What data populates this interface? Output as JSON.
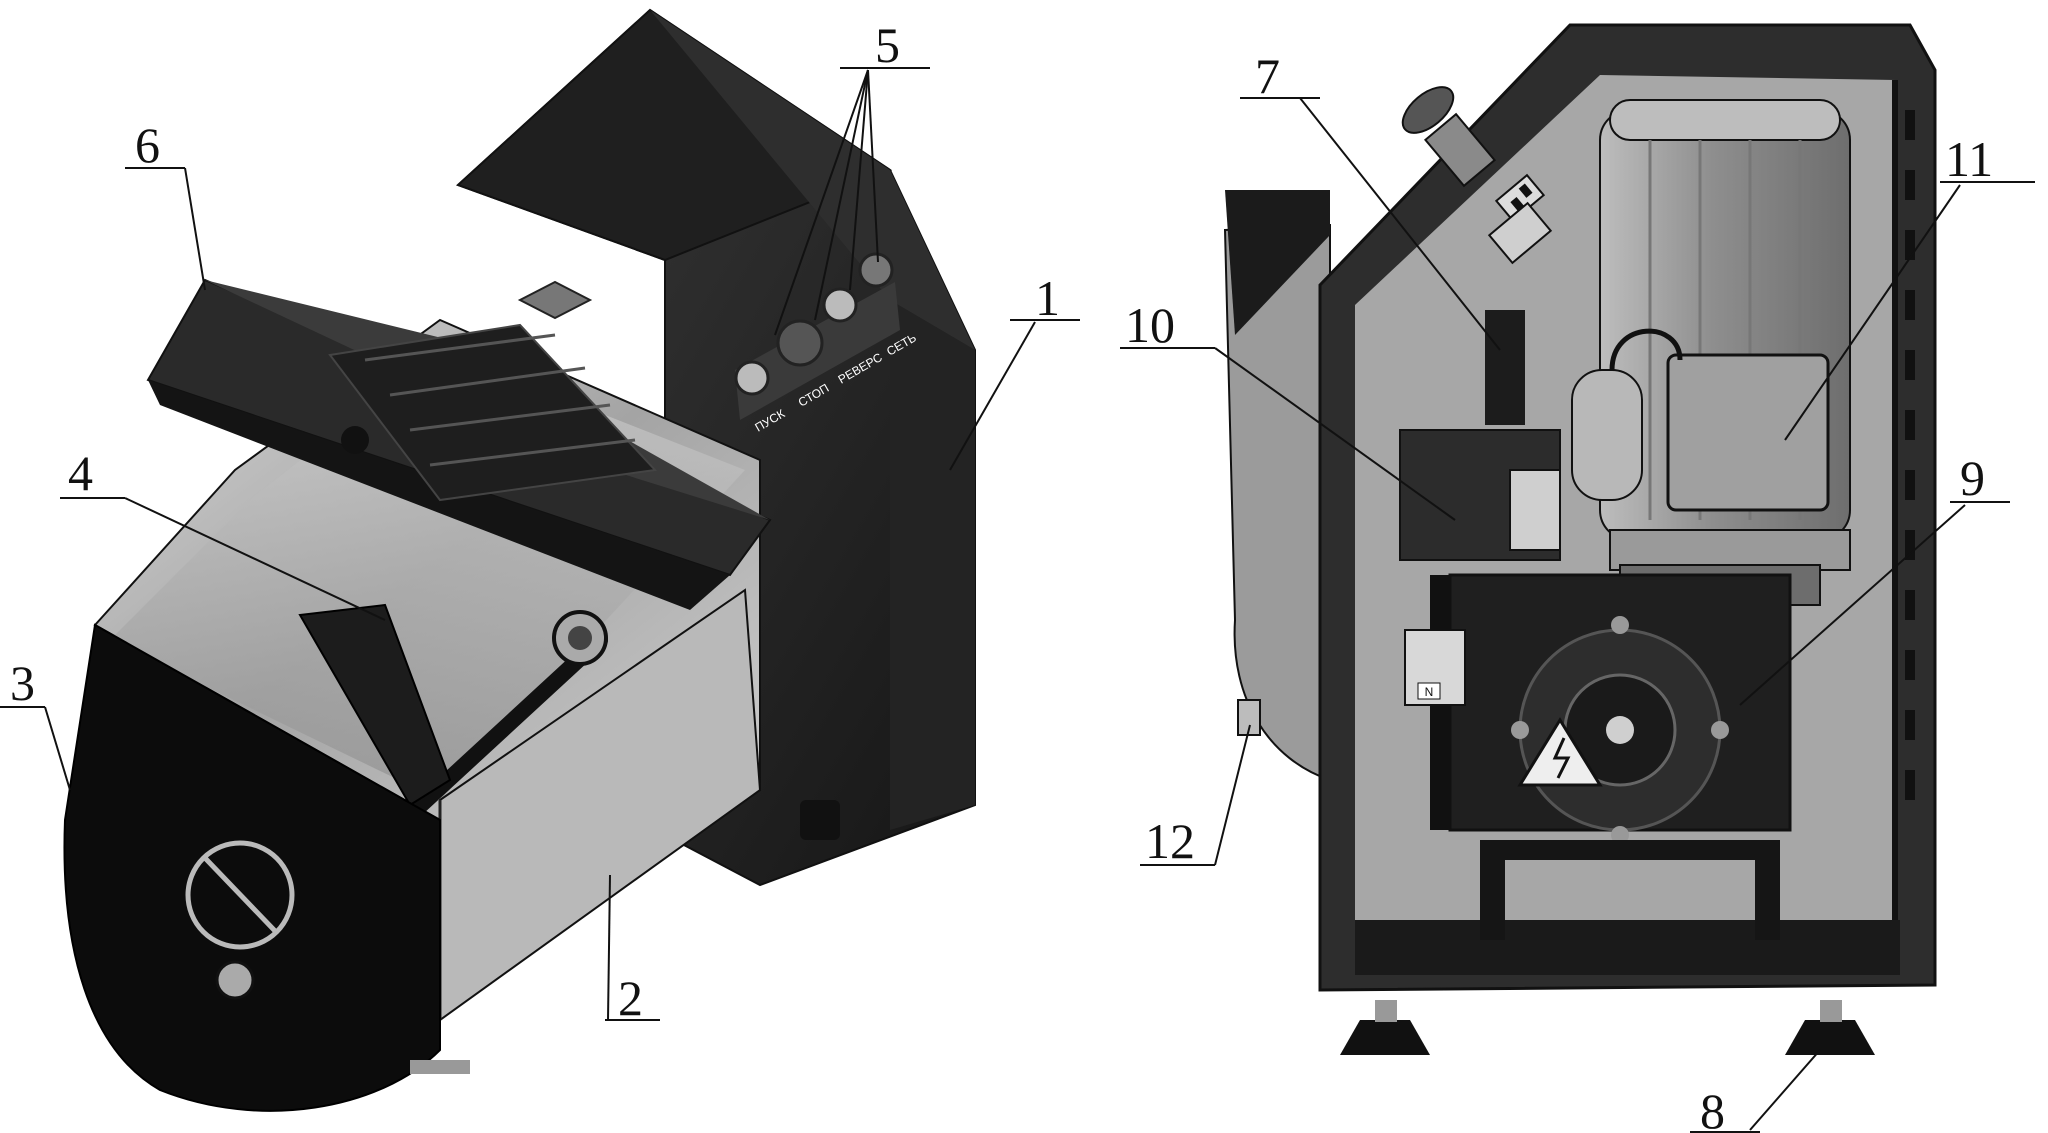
{
  "panel_labels": {
    "start": "ПУСК",
    "stop": "СТОП",
    "reverse": "РЕВЕРС",
    "network": "СЕТЬ"
  },
  "callouts": {
    "c1": "1",
    "c2": "2",
    "c3": "3",
    "c4": "4",
    "c5": "5",
    "c6": "6",
    "c7": "7",
    "c8": "8",
    "c9": "9",
    "c10": "10",
    "c11": "11",
    "c12": "12"
  },
  "plate_label": "N",
  "colors": {
    "body_dark": "#2b2b2b",
    "body_black": "#0d0d0d",
    "steel": "#a9a9a9",
    "steel_light": "#d4d4d4",
    "motor": "#9a9a9a",
    "line": "#111111"
  }
}
